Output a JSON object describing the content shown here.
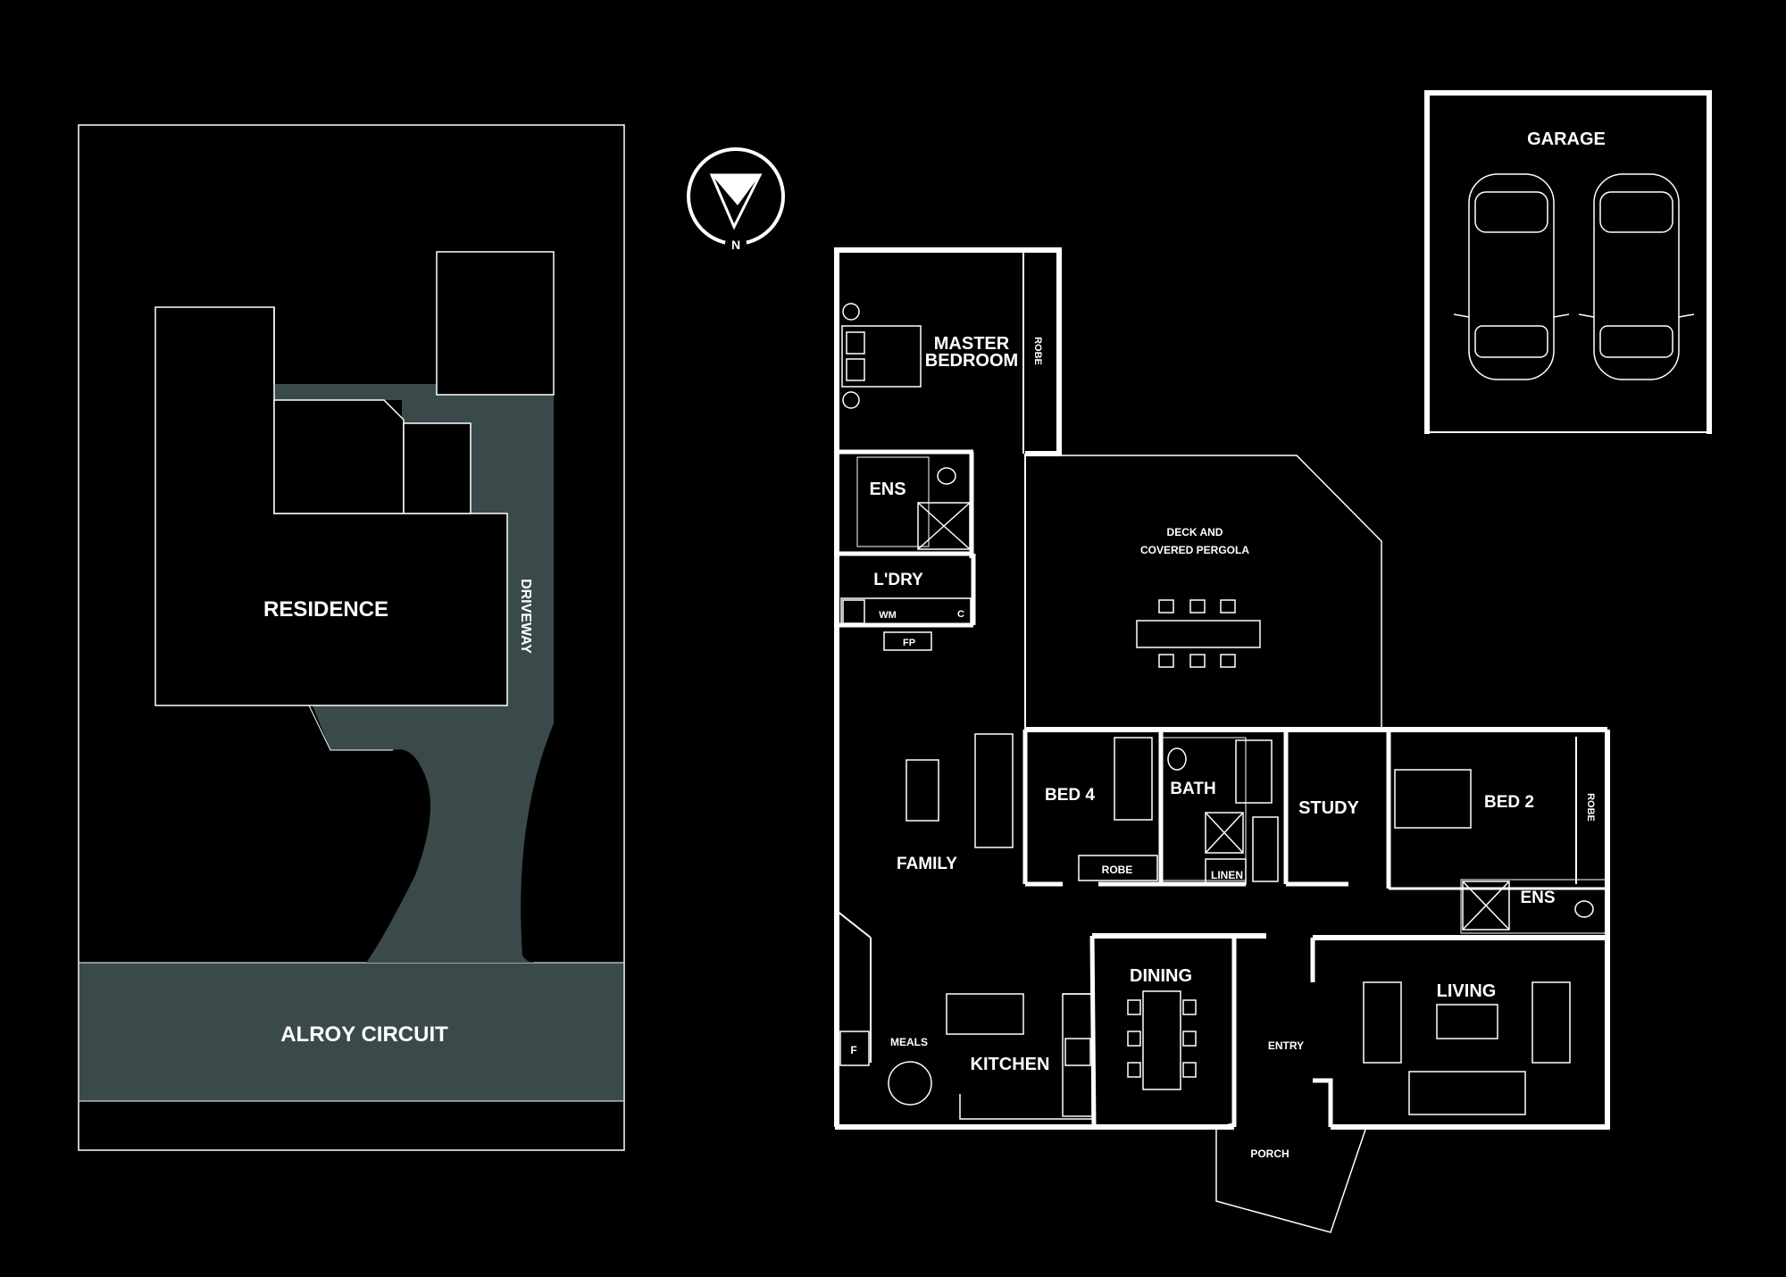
{
  "site_plan": {
    "residence_label": "RESIDENCE",
    "driveway_label": "DRIVEWAY",
    "street_label": "ALROY CIRCUIT"
  },
  "compass": {
    "north_label": "N"
  },
  "garage": {
    "label": "GARAGE"
  },
  "rooms": {
    "master_bedroom_1": "MASTER",
    "master_bedroom_2": "BEDROOM",
    "robe_master": "ROBE",
    "ens_master": "ENS",
    "laundry": "L'DRY",
    "wm": "WM",
    "c": "C",
    "fp": "FP",
    "deck_1": "DECK AND",
    "deck_2": "COVERED PERGOLA",
    "family": "FAMILY",
    "bed4": "BED 4",
    "robe_bed4": "ROBE",
    "bath": "BATH",
    "linen": "LINEN",
    "study": "STUDY",
    "bed2": "BED 2",
    "robe_bed2": "ROBE",
    "ens_bed2": "ENS",
    "dining": "DINING",
    "living": "LIVING",
    "entry": "ENTRY",
    "porch": "PORCH",
    "meals": "MEALS",
    "kitchen": "KITCHEN",
    "fridge": "F"
  },
  "colors": {
    "background": "#000000",
    "lines": "#ffffff",
    "road": "#3a4a4a"
  }
}
